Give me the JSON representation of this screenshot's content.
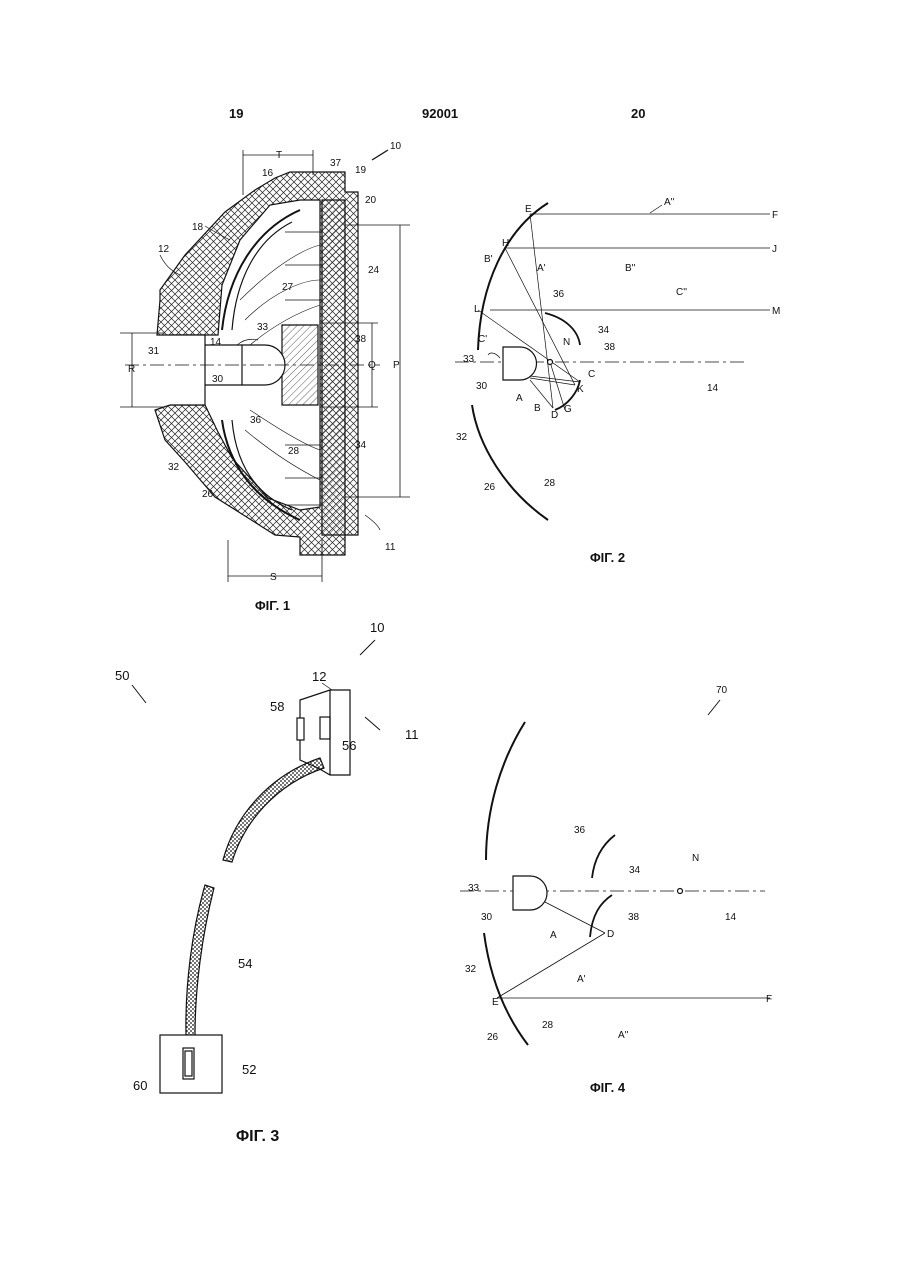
{
  "header": {
    "page_left": "19",
    "doc_number": "92001",
    "page_right": "20"
  },
  "fig1": {
    "caption": "ΦΙΓ. 1",
    "labels": [
      "10",
      "T",
      "37",
      "19",
      "16",
      "20",
      "18",
      "24",
      "12",
      "27",
      "P",
      "33",
      "38",
      "Q",
      "31",
      "14",
      "R",
      "30",
      "36",
      "34",
      "28",
      "32",
      "26",
      "S",
      "11"
    ]
  },
  "fig2": {
    "caption": "ΦΙΓ. 2",
    "labels": [
      "E",
      "A''",
      "F",
      "H",
      "J",
      "B'",
      "A'",
      "B''",
      "C''",
      "36",
      "M",
      "L",
      "34",
      "C'",
      "N",
      "38",
      "33",
      "30",
      "C",
      "14",
      "K",
      "A",
      "B",
      "D",
      "G",
      "32",
      "28",
      "26"
    ]
  },
  "fig3": {
    "caption": "ΦΙΓ. 3",
    "labels": [
      "10",
      "50",
      "12",
      "58",
      "11",
      "56",
      "54",
      "60",
      "52"
    ]
  },
  "fig4": {
    "caption": "ΦΙΓ. 4",
    "labels": [
      "70",
      "36",
      "34",
      "N",
      "33",
      "30",
      "14",
      "38",
      "A",
      "D",
      "32",
      "A'",
      "E",
      "F",
      "26",
      "28",
      "A''"
    ]
  },
  "colors": {
    "ink": "#111111",
    "paper": "#ffffff"
  }
}
